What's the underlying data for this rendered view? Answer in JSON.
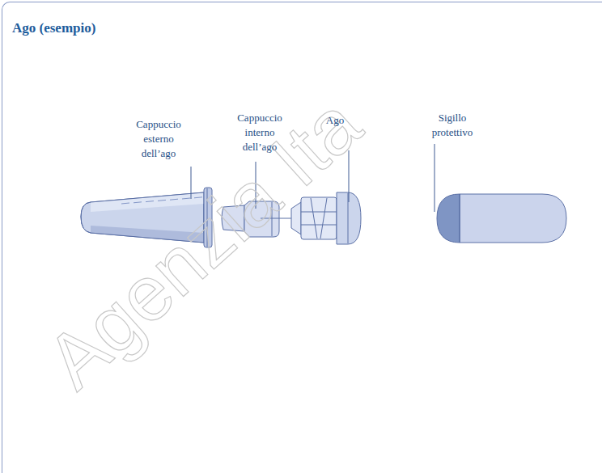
{
  "diagram": {
    "nodes": [
      {
        "text": [
          "Ago (esempio)"
        ]
      }
    ],
    "labels": [
      "Cappuccio esterno dell’ago",
      "Cappuccio interno dell’ago",
      "Ago",
      "Sigillo protettivo",
      "Agenzia Ita"
    ]
  }
}
